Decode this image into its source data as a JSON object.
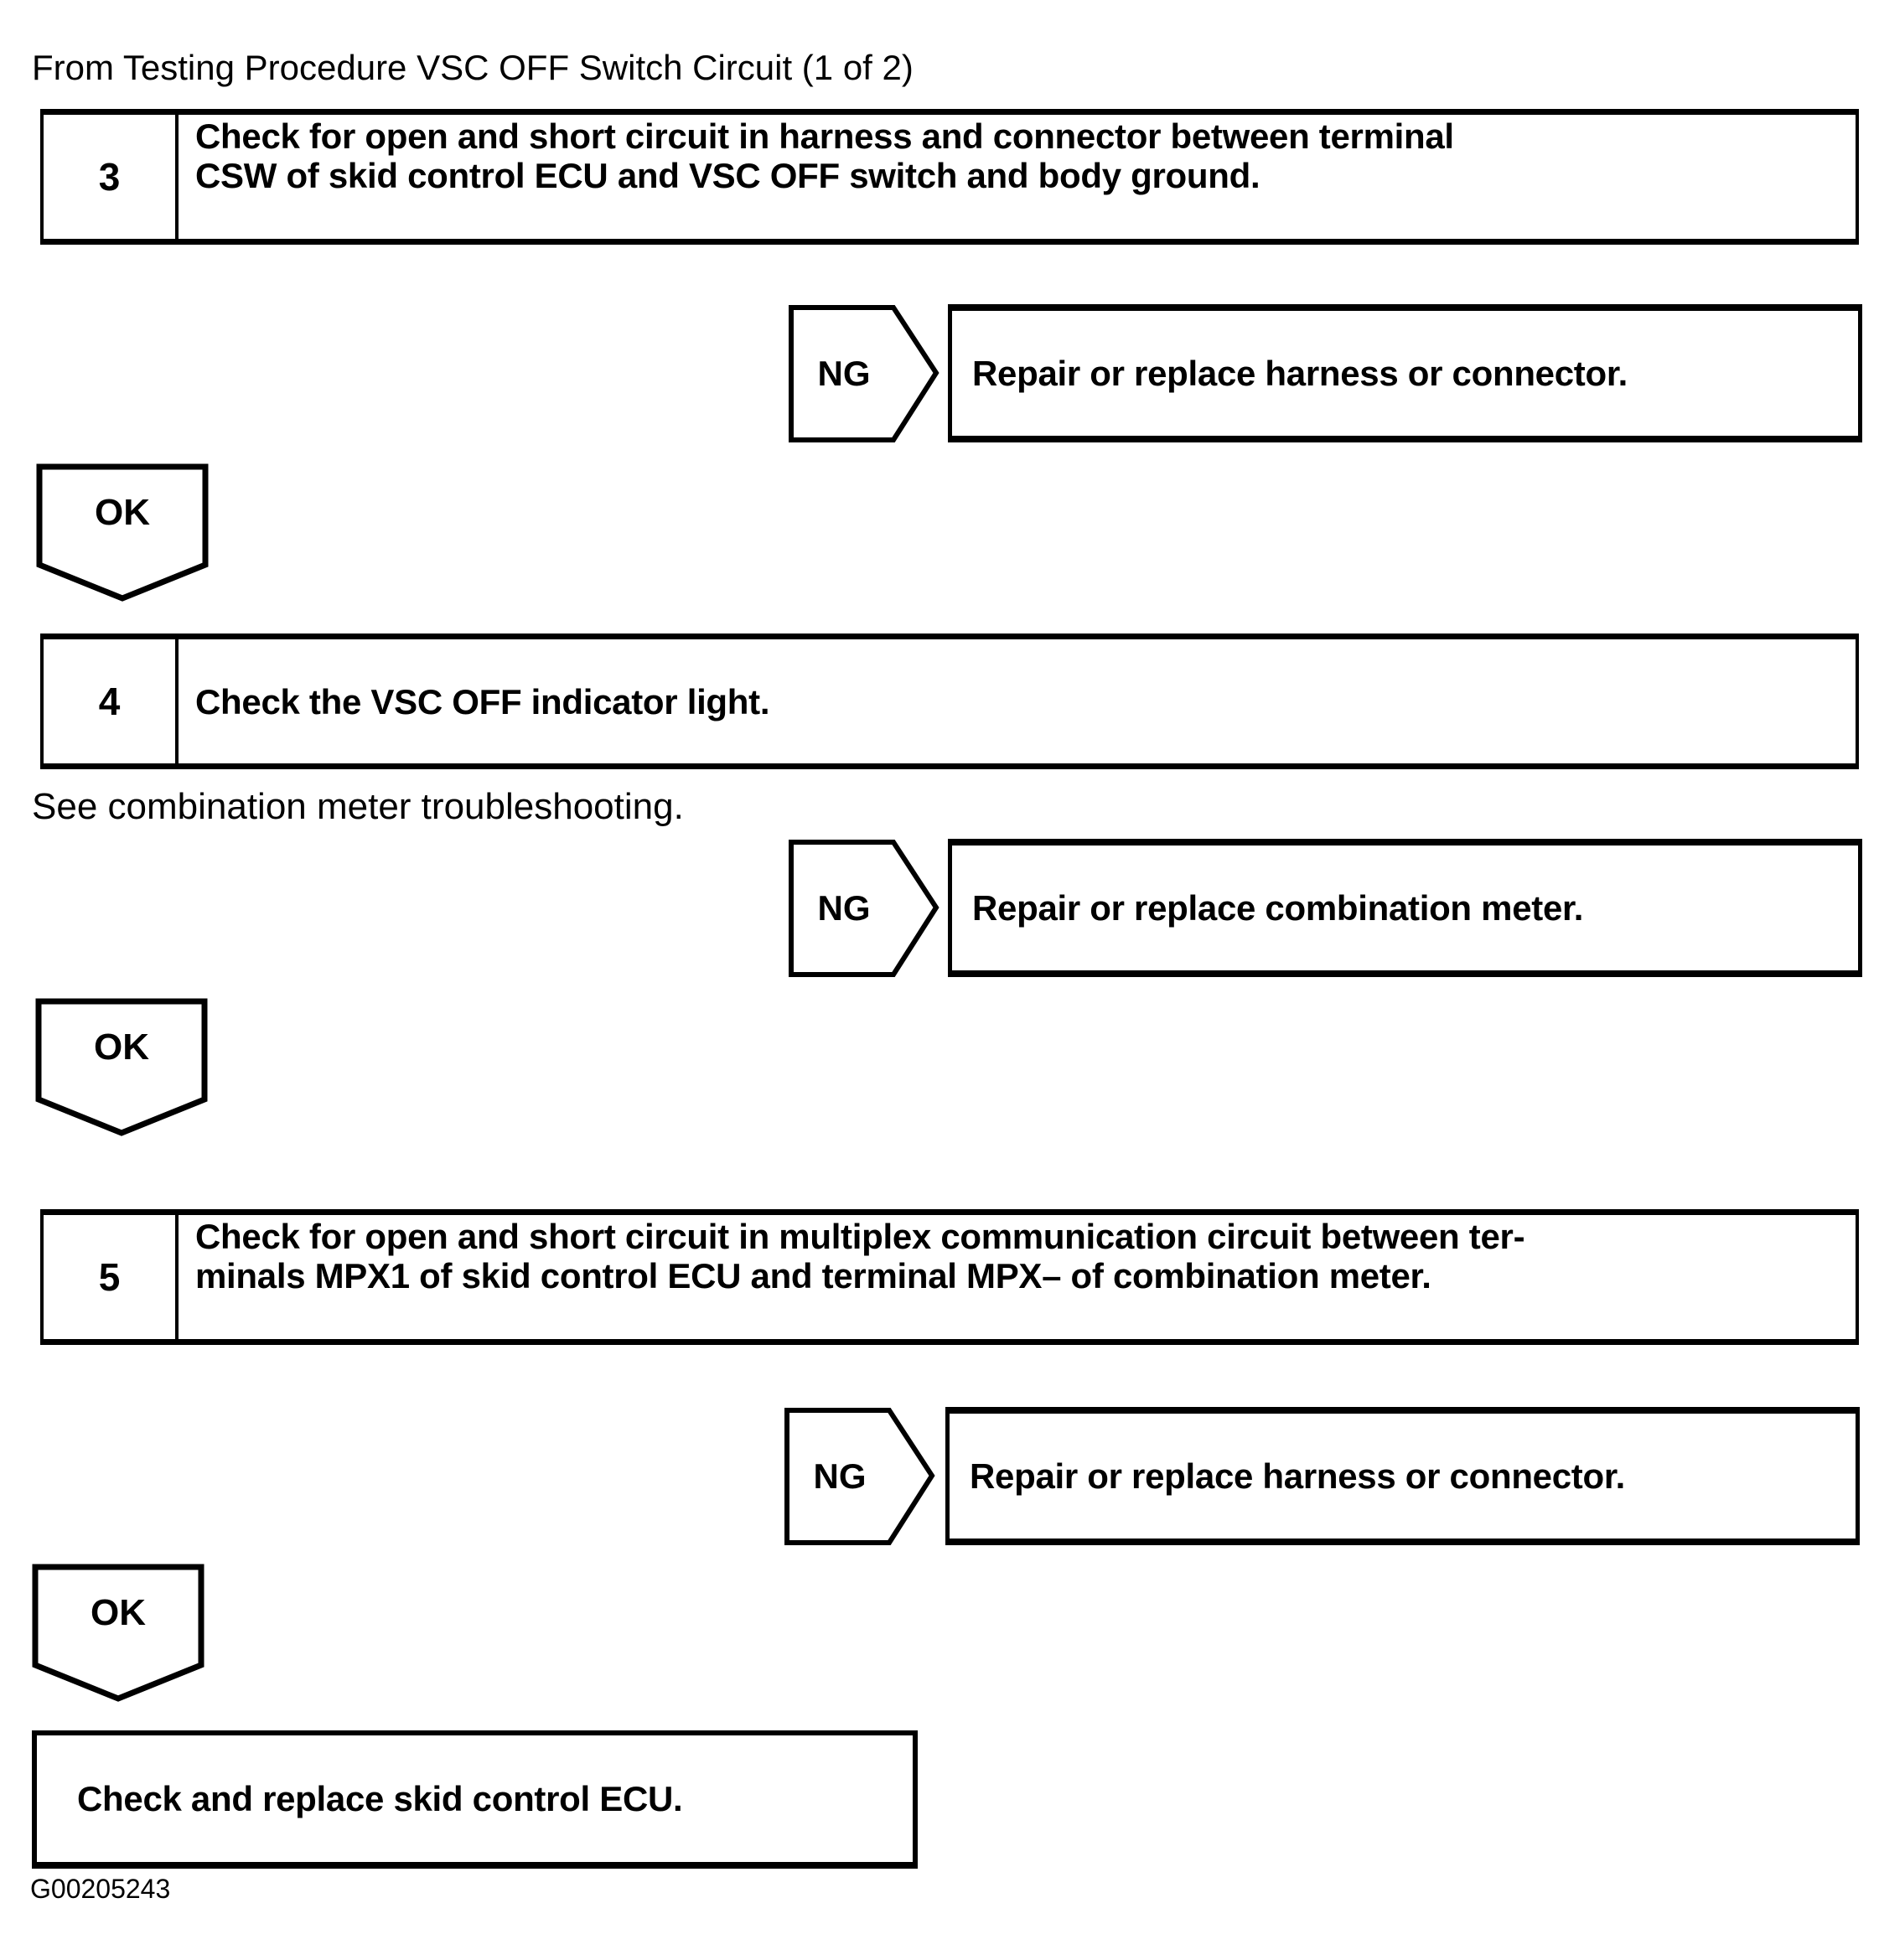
{
  "header": {
    "title": "From Testing Procedure VSC OFF Switch Circuit (1 of 2)"
  },
  "flowchart": {
    "ng_label": "NG",
    "ok_label": "OK",
    "steps": [
      {
        "number": "3",
        "line1": "Check for open and short circuit in harness and connector between terminal",
        "line2": "CSW of skid control ECU and VSC OFF switch and body ground."
      },
      {
        "number": "4",
        "line1": "Check the VSC OFF indicator light.",
        "line2": ""
      },
      {
        "number": "5",
        "line1": "Check for open and short circuit in multiplex communication circuit between ter-",
        "line2": "minals MPX1 of skid control ECU and terminal MPX– of combination meter."
      }
    ],
    "note": "See combination meter troubleshooting.",
    "ng_results": [
      "Repair or replace harness or connector.",
      "Repair or replace combination meter.",
      "Repair or replace harness or connector."
    ],
    "final_action": "Check and replace skid control ECU."
  },
  "footer": {
    "figure_id": "G00205243"
  }
}
